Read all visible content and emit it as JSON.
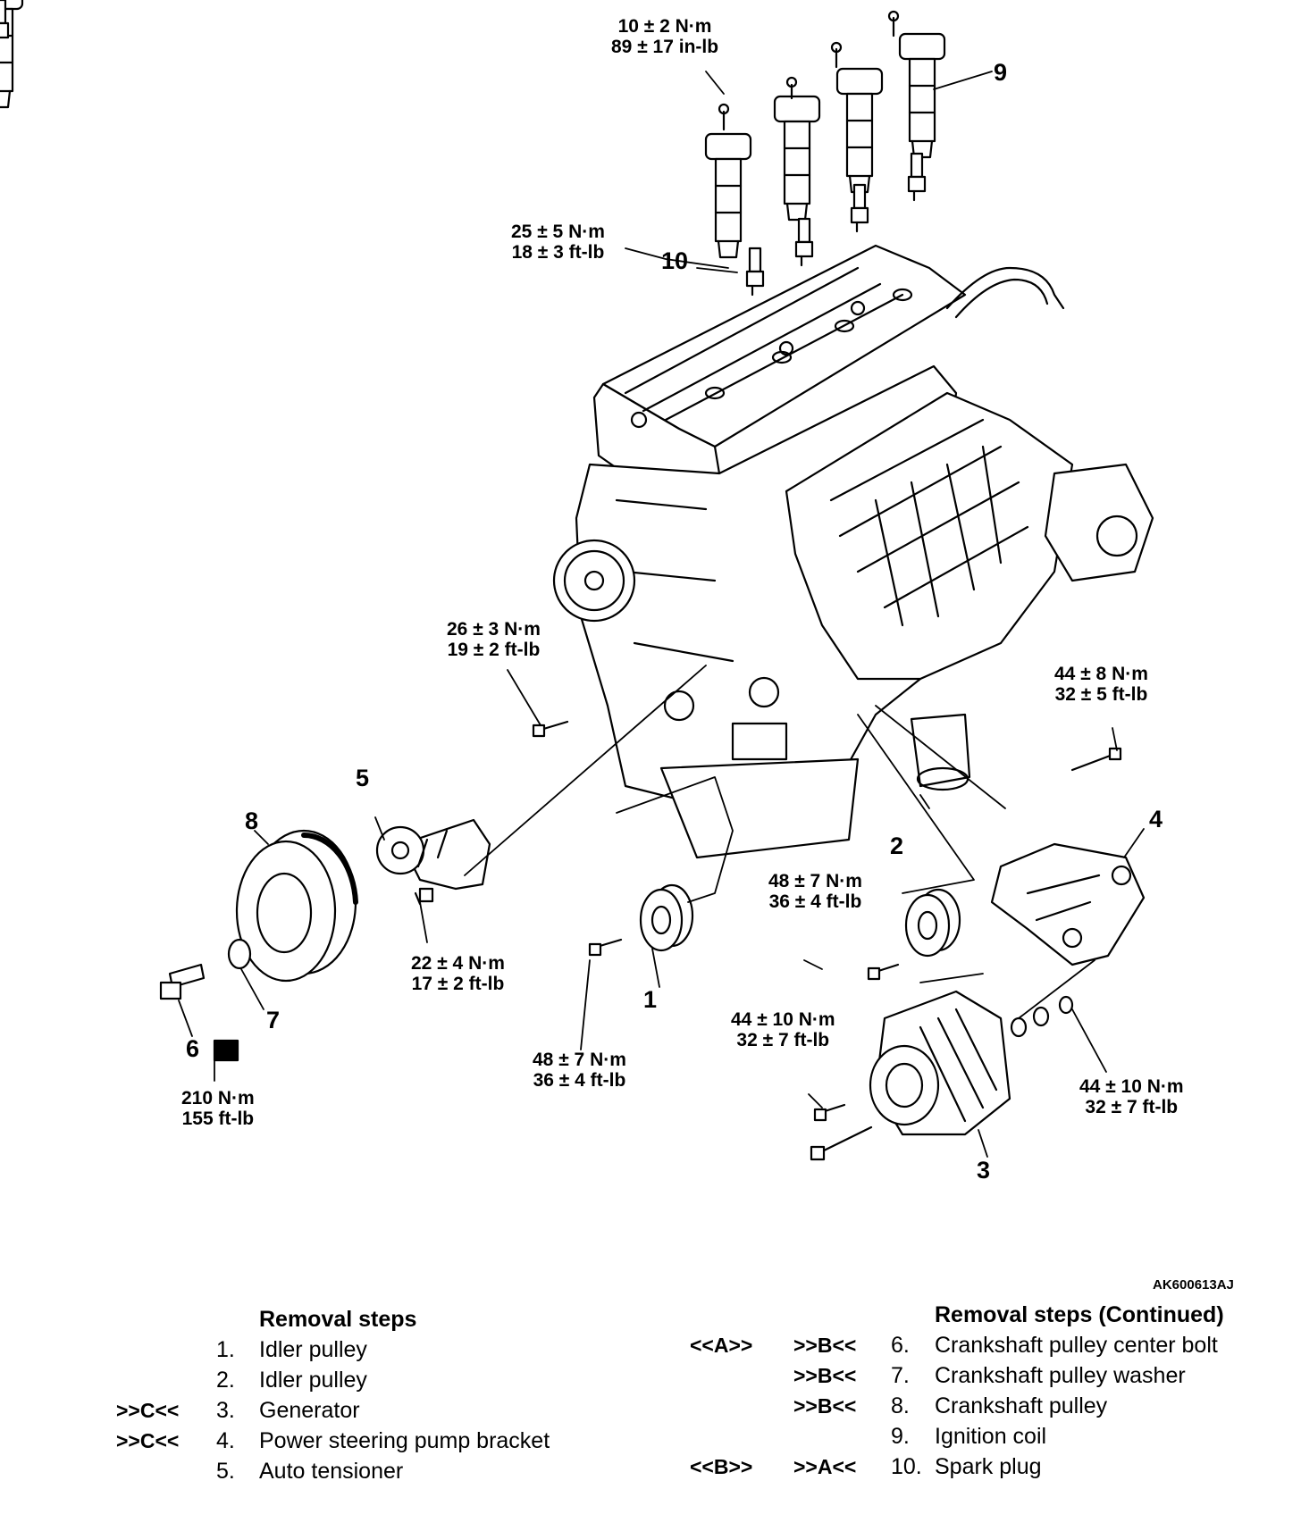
{
  "figure_id": "AK600613AJ",
  "callouts": [
    {
      "id": "1",
      "text": "1"
    },
    {
      "id": "2",
      "text": "2"
    },
    {
      "id": "3",
      "text": "3"
    },
    {
      "id": "4",
      "text": "4"
    },
    {
      "id": "5",
      "text": "5"
    },
    {
      "id": "6",
      "text": "6"
    },
    {
      "id": "7",
      "text": "7"
    },
    {
      "id": "8",
      "text": "8"
    },
    {
      "id": "9",
      "text": "9"
    },
    {
      "id": "10",
      "text": "10"
    }
  ],
  "torques": {
    "coil_bolt": [
      "10 ± 2 N·m",
      "89 ± 17 in-lb"
    ],
    "spark_plug": [
      "25 ± 5 N·m",
      "18 ± 3 ft-lb"
    ],
    "tensioner_upper": [
      "26 ± 3 N·m",
      "19 ± 2 ft-lb"
    ],
    "bracket_bolt": [
      "44 ± 8 N·m",
      "32 ± 5 ft-lb"
    ],
    "idler2": [
      "48 ± 7 N·m",
      "36 ± 4 ft-lb"
    ],
    "tensioner_lower": [
      "22 ± 4 N·m",
      "17 ± 2 ft-lb"
    ],
    "idler1": [
      "48 ± 7 N·m",
      "36 ± 4 ft-lb"
    ],
    "generator_left": [
      "44 ± 10 N·m",
      "32 ± 7 ft-lb"
    ],
    "generator_right": [
      "44 ± 10 N·m",
      "32 ± 7 ft-lb"
    ],
    "crank_bolt": [
      "210 N·m",
      "155 ft-lb"
    ]
  },
  "removal_steps": {
    "heading": "Removal steps",
    "items": [
      {
        "a": "",
        "b": "",
        "n": "1.",
        "t": "Idler pulley"
      },
      {
        "a": "",
        "b": "",
        "n": "2.",
        "t": "Idler pulley"
      },
      {
        "a": "",
        "b": ">>C<<",
        "n": "3.",
        "t": "Generator"
      },
      {
        "a": "",
        "b": ">>C<<",
        "n": "4.",
        "t": "Power steering pump bracket"
      },
      {
        "a": "",
        "b": "",
        "n": "5.",
        "t": "Auto tensioner"
      }
    ]
  },
  "removal_steps_cont": {
    "heading": "Removal steps (Continued)",
    "items": [
      {
        "a": "<<A>>",
        "b": ">>B<<",
        "n": "6.",
        "t": "Crankshaft pulley center bolt"
      },
      {
        "a": "",
        "b": ">>B<<",
        "n": "7.",
        "t": "Crankshaft pulley washer"
      },
      {
        "a": "",
        "b": ">>B<<",
        "n": "8.",
        "t": "Crankshaft pulley"
      },
      {
        "a": "",
        "b": "",
        "n": "9.",
        "t": "Ignition coil"
      },
      {
        "a": "<<B>>",
        "b": ">>A<<",
        "n": "10.",
        "t": "Spark plug"
      }
    ]
  }
}
